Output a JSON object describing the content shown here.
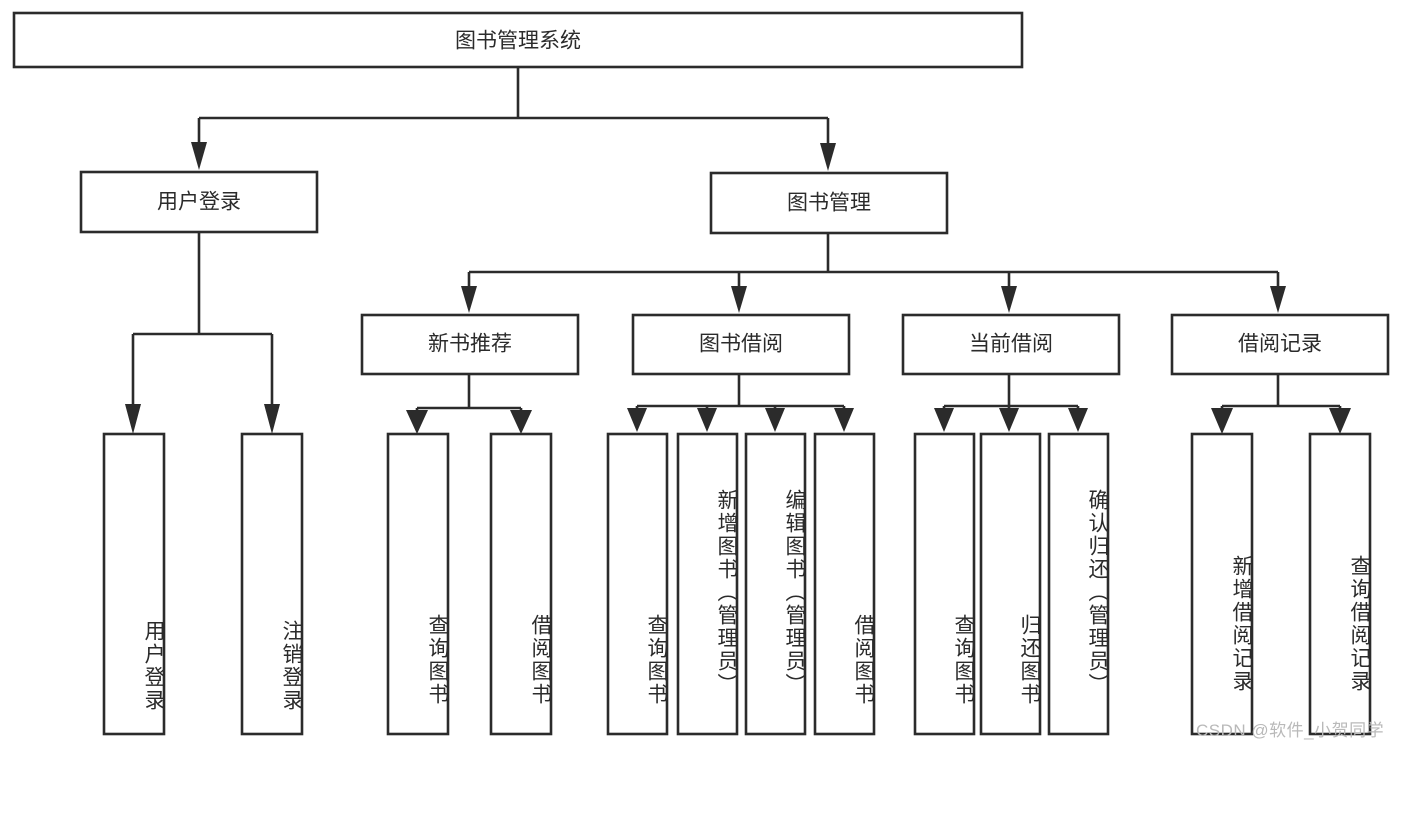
{
  "diagram": {
    "title": "图书管理系统",
    "type": "hierarchy-tree",
    "style": {
      "box_fill": "#ffffff",
      "box_stroke": "#2b2b2b",
      "text_color": "#2b2b2b",
      "background": "#ffffff",
      "watermark_color": "#b9b9b9"
    },
    "levels": {
      "level1": [
        {
          "id": "root",
          "label": "图书管理系统",
          "orientation": "horizontal"
        }
      ],
      "level2": [
        {
          "id": "user-login",
          "label": "用户登录",
          "orientation": "horizontal",
          "parent": "root"
        },
        {
          "id": "book-mgmt",
          "label": "图书管理",
          "orientation": "horizontal",
          "parent": "root"
        }
      ],
      "level3": [
        {
          "id": "new-book-rec",
          "label": "新书推荐",
          "orientation": "horizontal",
          "parent": "book-mgmt"
        },
        {
          "id": "book-borrow",
          "label": "图书借阅",
          "orientation": "horizontal",
          "parent": "book-mgmt"
        },
        {
          "id": "current-borrow",
          "label": "当前借阅",
          "orientation": "horizontal",
          "parent": "book-mgmt"
        },
        {
          "id": "borrow-record",
          "label": "借阅记录",
          "orientation": "horizontal",
          "parent": "book-mgmt"
        }
      ],
      "level4": [
        {
          "id": "leaf-user-login",
          "label": "用户登录",
          "orientation": "vertical",
          "parent": "user-login"
        },
        {
          "id": "leaf-logout",
          "label": "注销登录",
          "orientation": "vertical",
          "parent": "user-login"
        },
        {
          "id": "leaf-query-book-1",
          "label": "查询图书",
          "orientation": "vertical",
          "parent": "new-book-rec"
        },
        {
          "id": "leaf-borrow-book-1",
          "label": "借阅图书",
          "orientation": "vertical",
          "parent": "new-book-rec"
        },
        {
          "id": "leaf-query-book-2",
          "label": "查询图书",
          "orientation": "vertical",
          "parent": "book-borrow"
        },
        {
          "id": "leaf-add-book",
          "label": "新增图书（管理员）",
          "orientation": "vertical",
          "parent": "book-borrow"
        },
        {
          "id": "leaf-edit-book",
          "label": "编辑图书（管理员）",
          "orientation": "vertical",
          "parent": "book-borrow"
        },
        {
          "id": "leaf-borrow-book-2",
          "label": "借阅图书",
          "orientation": "vertical",
          "parent": "book-borrow"
        },
        {
          "id": "leaf-query-book-3",
          "label": "查询图书",
          "orientation": "vertical",
          "parent": "current-borrow"
        },
        {
          "id": "leaf-return-book",
          "label": "归还图书",
          "orientation": "vertical",
          "parent": "current-borrow"
        },
        {
          "id": "leaf-confirm-return",
          "label": "确认归还（管理员）",
          "orientation": "vertical",
          "parent": "current-borrow"
        },
        {
          "id": "leaf-add-record",
          "label": "新增借阅记录",
          "orientation": "vertical",
          "parent": "borrow-record"
        },
        {
          "id": "leaf-query-record",
          "label": "查询借阅记录",
          "orientation": "vertical",
          "parent": "borrow-record"
        }
      ]
    }
  },
  "watermark": {
    "text": "CSDN @软件_小贺同学"
  }
}
